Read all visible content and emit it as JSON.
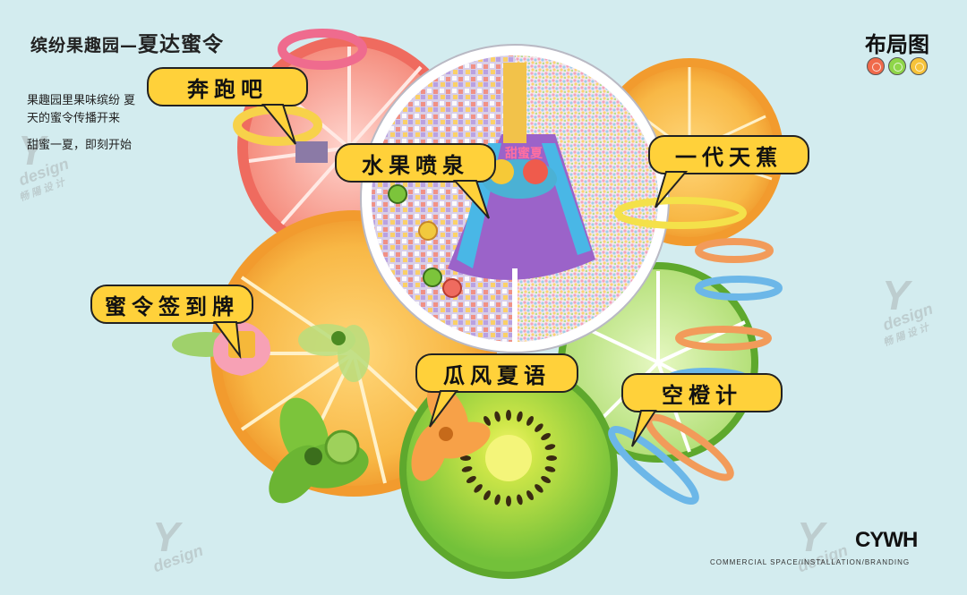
{
  "header": {
    "title_main": "缤纷果趣园",
    "title_dash": "—",
    "title_sub": "夏达蜜令",
    "desc_line1": "果趣园里果味缤纷 夏",
    "desc_line2": "天的蜜令传播开来",
    "desc_line3": "甜蜜一夏，即刻开始"
  },
  "legend": {
    "title": "布局图",
    "icons": [
      {
        "name": "strawberry-icon",
        "color": "#f06a4b"
      },
      {
        "name": "kiwi-icon",
        "color": "#8fd64a"
      },
      {
        "name": "orange-icon",
        "color": "#f7c33a"
      }
    ]
  },
  "labels": {
    "run": "奔跑吧",
    "fountain": "水果喷泉",
    "generation": "一代天蕉",
    "sign": "蜜令签到牌",
    "fan": "瓜风夏语",
    "swing": "空橙计"
  },
  "sign_text": "甜蜜夏",
  "watermark": {
    "mark": "Y",
    "word": "design",
    "cn": "畅 陽 设 计"
  },
  "brand": {
    "name": "CYWH",
    "tagline": "COMMERCIAL SPACE/INSTALLATION/BRANDING"
  },
  "colors": {
    "background": "#d3ecef",
    "bubble": "#ffd13a",
    "grapefruit": "#ef6b5f",
    "orange": "#f6a233",
    "kiwi": "#7cc43b",
    "lime": "#a9dd6a",
    "peel": "#f2a940"
  }
}
